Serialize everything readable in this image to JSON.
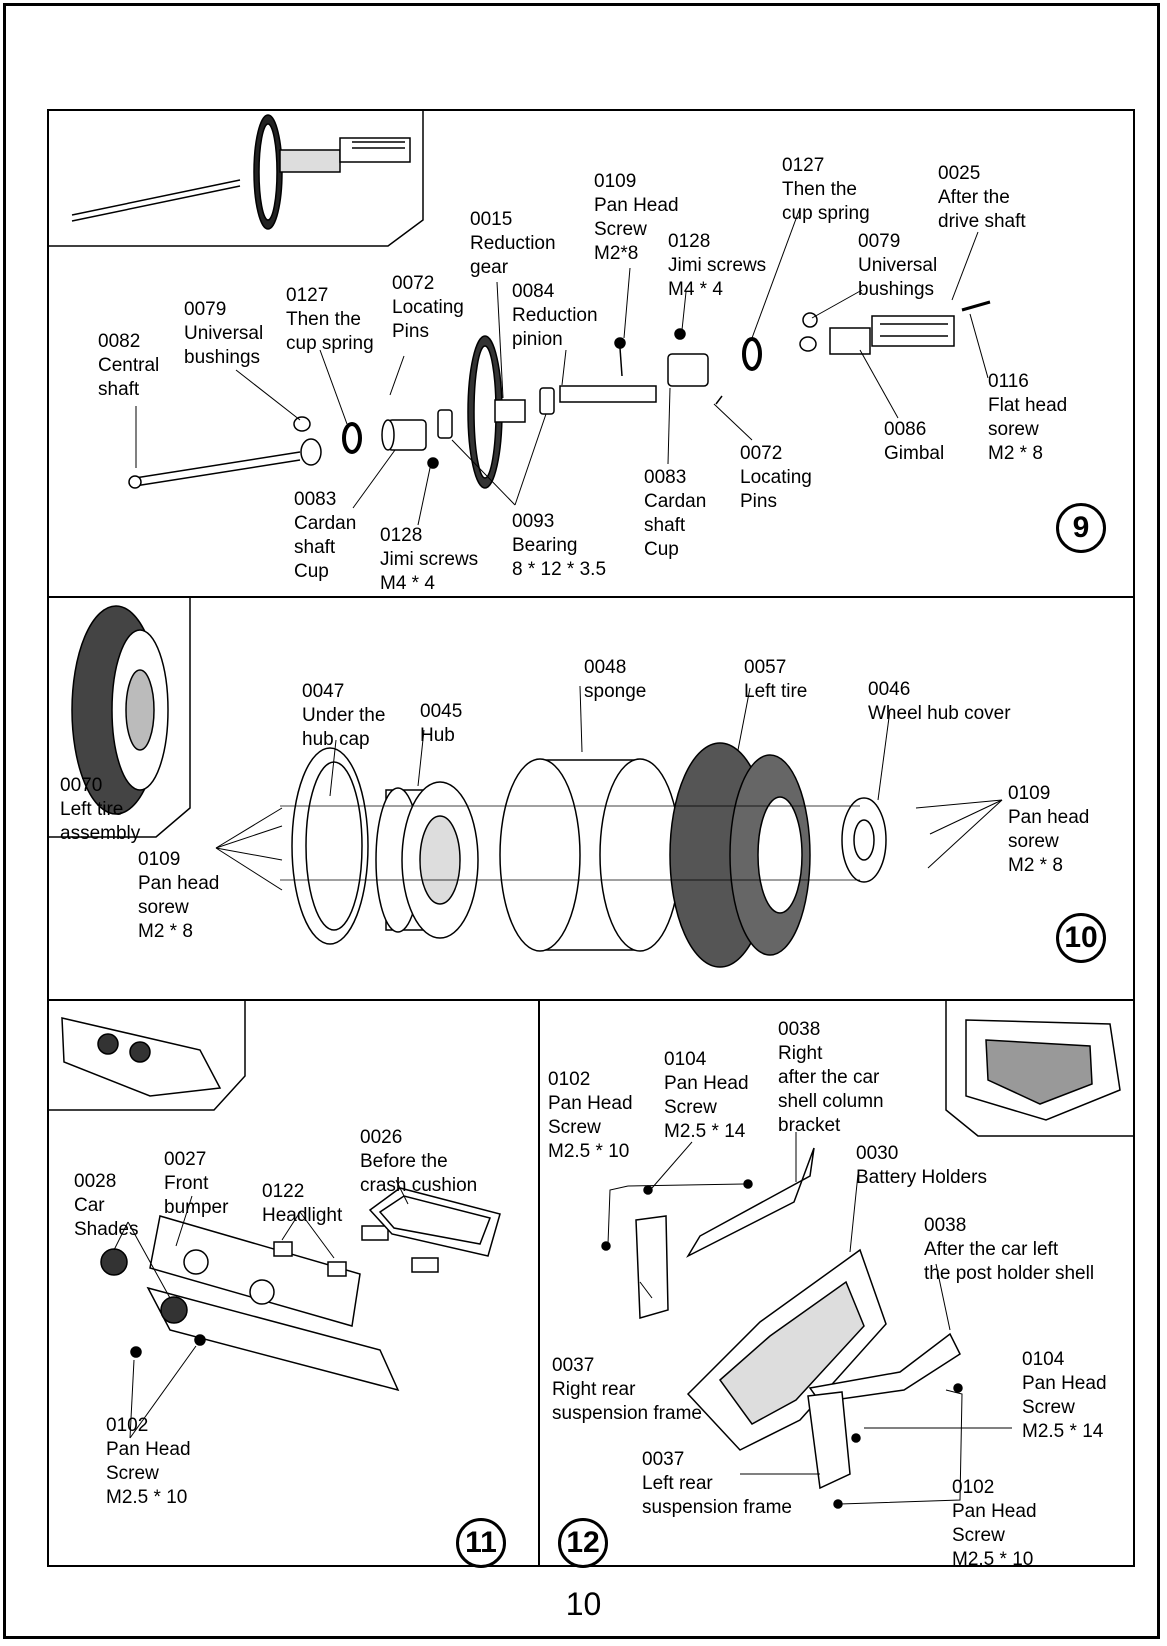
{
  "page_number": "10",
  "panels": {
    "p9": {
      "step": "9",
      "labels": {
        "central_shaft": [
          "0082",
          "Central",
          "shaft"
        ],
        "bushings_left": [
          "0079",
          "Universal",
          "bushings"
        ],
        "spring_left": [
          "0127",
          "Then the",
          "cup spring"
        ],
        "pins_left": [
          "0072",
          "Locating",
          "Pins"
        ],
        "reduction_gear": [
          "0015",
          "Reduction",
          "gear"
        ],
        "reduction_pinion": [
          "0084",
          "Reduction",
          "pinion"
        ],
        "pan_head_screw": [
          "0109",
          "Pan Head",
          "Screw",
          "M2*8"
        ],
        "jimi_right": [
          "0128",
          "Jimi screws",
          "M4 * 4"
        ],
        "spring_right": [
          "0127",
          "Then the",
          "cup spring"
        ],
        "bushings_right": [
          "0079",
          "Universal",
          "bushings"
        ],
        "after_drive_shaft": [
          "0025",
          "After the",
          "drive shaft"
        ],
        "flat_head": [
          "0116",
          "Flat head",
          "sorew",
          "M2 * 8"
        ],
        "gimbal": [
          "0086",
          "Gimbal"
        ],
        "pins_right": [
          "0072",
          "Locating",
          "Pins"
        ],
        "cup_right": [
          "0083",
          "Cardan",
          "shaft",
          "Cup"
        ],
        "bearing": [
          "0093",
          "Bearing",
          "8 * 12 * 3.5"
        ],
        "jimi_left": [
          "0128",
          "Jimi screws",
          "M4 * 4"
        ],
        "cup_left": [
          "0083",
          "Cardan",
          "shaft",
          "Cup"
        ]
      }
    },
    "p10": {
      "step": "10",
      "labels": {
        "tire_assembly": [
          "0070",
          "Left tire",
          "assembly"
        ],
        "under_hub_cap": [
          "0047",
          "Under the",
          "hub cap"
        ],
        "hub": [
          "0045",
          "Hub"
        ],
        "sponge": [
          "0048",
          "sponge"
        ],
        "left_tire": [
          "0057",
          "Left tire"
        ],
        "hub_cover": [
          "0046",
          "Wheel hub cover"
        ],
        "screw_left": [
          "0109",
          "Pan head",
          "sorew",
          "M2 * 8"
        ],
        "screw_right": [
          "0109",
          "Pan head",
          "sorew",
          "M2 * 8"
        ]
      }
    },
    "p11": {
      "step": "11",
      "labels": {
        "car_shades": [
          "0028",
          "Car",
          "Shades"
        ],
        "front_bumper": [
          "0027",
          "Front",
          "bumper"
        ],
        "headlight": [
          "0122",
          "Headlight"
        ],
        "crash_cushion": [
          "0026",
          "Before the",
          "crash cushion"
        ],
        "screw": [
          "0102",
          "Pan Head",
          "Screw",
          "M2.5 * 10"
        ]
      }
    },
    "p12": {
      "step": "12",
      "labels": {
        "screw_0102_top": [
          "0102",
          "Pan Head",
          "Screw",
          "M2.5 * 10"
        ],
        "screw_0104_top": [
          "0104",
          "Pan Head",
          "Screw",
          "M2.5 * 14"
        ],
        "right_bracket": [
          "0038",
          "Right",
          "after the car",
          "shell column",
          "bracket"
        ],
        "battery_holders": [
          "0030",
          "Battery Holders"
        ],
        "left_post_holder": [
          "0038",
          "After the car left",
          "the post holder shell"
        ],
        "right_rear_frame": [
          "0037",
          "Right rear",
          "suspension frame"
        ],
        "screw_0104_right": [
          "0104",
          "Pan Head",
          "Screw",
          "M2.5 * 14"
        ],
        "left_rear_frame": [
          "0037",
          "Left rear",
          "suspension frame"
        ],
        "screw_0102_bottom": [
          "0102",
          "Pan Head",
          "Screw",
          "M2.5 * 10"
        ]
      }
    }
  }
}
